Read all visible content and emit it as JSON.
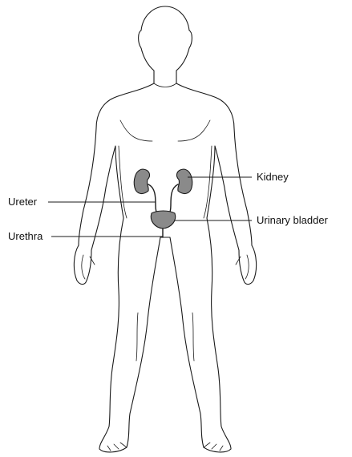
{
  "labels": {
    "kidney": "Kidney",
    "ureter": "Ureter",
    "urinary_bladder": "Urinary bladder",
    "urethra": "Urethra"
  },
  "colors": {
    "line": "#1a1a1a",
    "organ_fill": "#8a8a8a",
    "background": "#ffffff"
  }
}
